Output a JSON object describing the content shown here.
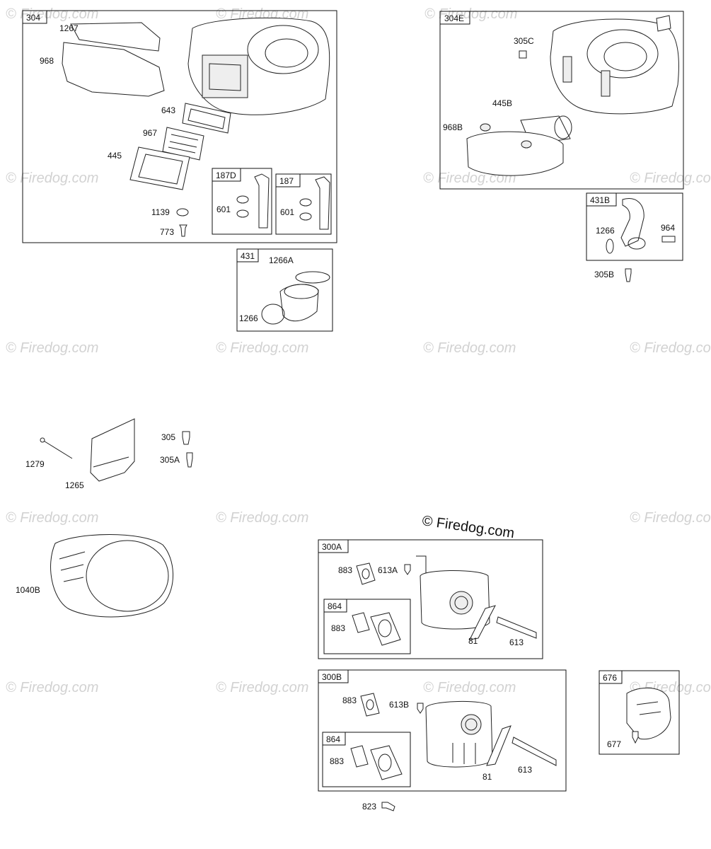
{
  "watermark": {
    "text": "© Firedog.com"
  },
  "groups": [
    {
      "id": "g304",
      "tag": "304"
    },
    {
      "id": "g187D",
      "tag": "187D"
    },
    {
      "id": "g187",
      "tag": "187"
    },
    {
      "id": "g431",
      "tag": "431"
    },
    {
      "id": "g304E",
      "tag": "304E"
    },
    {
      "id": "g431B",
      "tag": "431B"
    },
    {
      "id": "g300A",
      "tag": "300A"
    },
    {
      "id": "g864a",
      "tag": "864"
    },
    {
      "id": "g300B",
      "tag": "300B"
    },
    {
      "id": "g864b",
      "tag": "864"
    },
    {
      "id": "g676",
      "tag": "676"
    }
  ],
  "labels": {
    "p1267": "1267",
    "p968": "968",
    "p643": "643",
    "p967": "967",
    "p445": "445",
    "p1139": "1139",
    "p773": "773",
    "p601a": "601",
    "p601b": "601",
    "p1266A": "1266A",
    "p1266": "1266",
    "p305C": "305C",
    "p445B": "445B",
    "p968B": "968B",
    "p1266b": "1266",
    "p964": "964",
    "p305B": "305B",
    "p305": "305",
    "p305A": "305A",
    "p1279": "1279",
    "p1265": "1265",
    "p1040B": "1040B",
    "p883a": "883",
    "p613A": "613A",
    "p883b": "883",
    "p81a": "81",
    "p613a": "613",
    "p883c": "883",
    "p613B": "613B",
    "p883d": "883",
    "p81b": "81",
    "p613b": "613",
    "p677": "677",
    "p823": "823"
  }
}
